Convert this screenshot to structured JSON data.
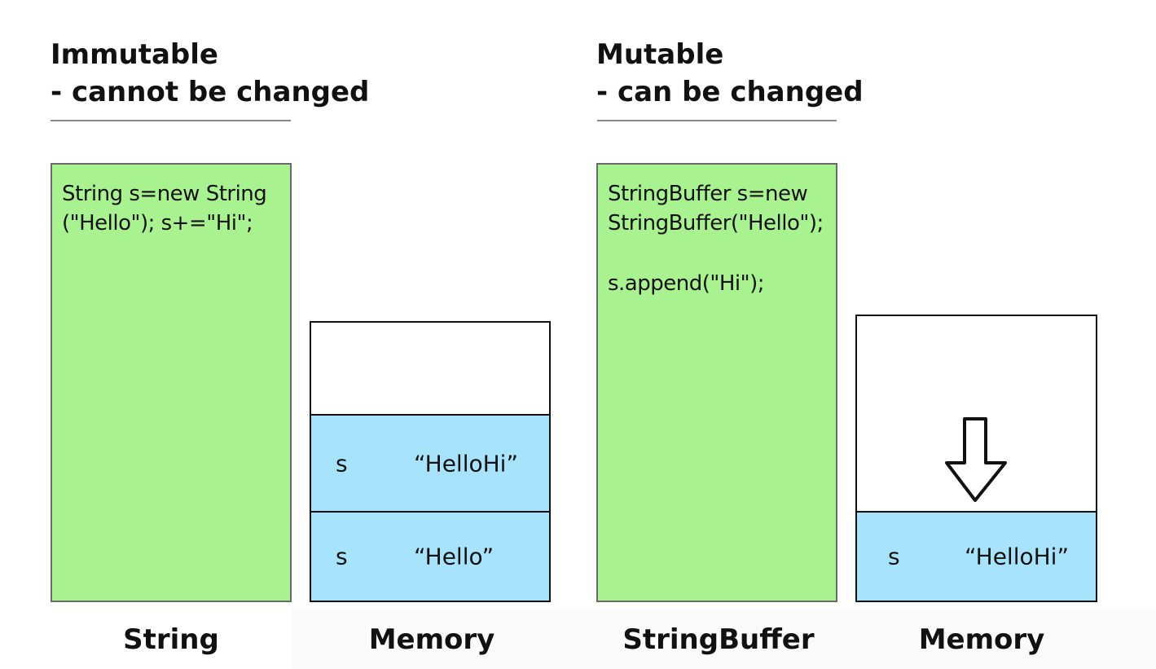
{
  "immutable": {
    "title": "Immutable",
    "subtitle": "- cannot be changed",
    "code_lines": [
      "String s=new String",
      "(\"Hello\"); s+=\"Hi\";"
    ],
    "code_caption": "String",
    "memory_caption": "Memory",
    "memory_cells": [
      {
        "var": "s",
        "value": "“HelloHi”"
      },
      {
        "var": "s",
        "value": "“Hello”"
      }
    ]
  },
  "mutable": {
    "title": "Mutable",
    "subtitle": "- can be changed",
    "code_lines": [
      "StringBuffer s=new",
      "StringBuffer(\"Hello\");",
      "",
      "s.append(\"Hi\");"
    ],
    "code_caption": "StringBuffer",
    "memory_caption": "Memory",
    "memory_cells": [
      {
        "var": "s",
        "value": "“HelloHi”"
      }
    ],
    "arrow_icon": "down-arrow-icon"
  },
  "colors": {
    "code_fill": "#a8f390",
    "memory_cell_fill": "#a7e4fb",
    "rule": "#8a8a8a"
  }
}
